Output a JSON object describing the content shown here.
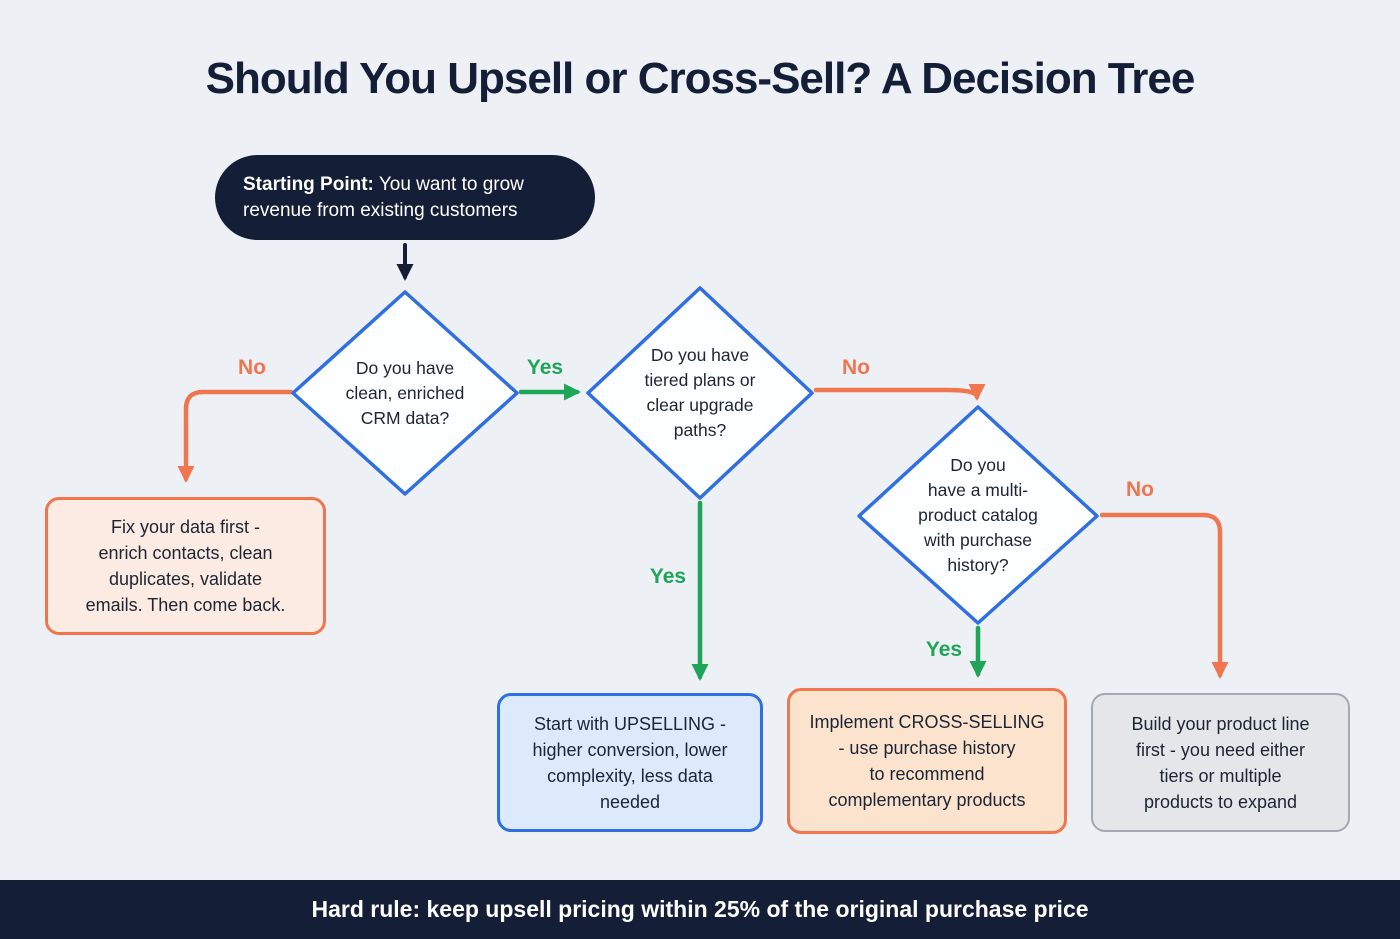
{
  "title": "Should You Upsell or Cross-Sell? A Decision Tree",
  "start_node": {
    "bold": "Starting Point:",
    "text": " You want to grow\nrevenue from existing customers"
  },
  "decisions": {
    "crm": "Do you have\nclean, enriched\nCRM data?",
    "tiers": "Do you have\ntiered plans or\nclear upgrade\npaths?",
    "catalog": "Do you\nhave a multi-\nproduct catalog\nwith purchase\nhistory?"
  },
  "edge_labels": {
    "crm_no": "No",
    "crm_yes": "Yes",
    "tiers_no": "No",
    "tiers_yes": "Yes",
    "catalog_no": "No",
    "catalog_yes": "Yes"
  },
  "outcomes": {
    "fix_data": "Fix your data first -\nenrich contacts, clean\nduplicates, validate\nemails. Then come back.",
    "upsell": "Start with UPSELLING -\nhigher conversion, lower\ncomplexity, less data\nneeded",
    "cross_sell": "Implement CROSS-SELLING\n- use purchase history\nto recommend\ncomplementary products",
    "build_products": "Build your product line\nfirst - you need either\ntiers or multiple\nproducts to expand"
  },
  "footer": "Hard rule: keep upsell pricing within 25% of the original purchase price",
  "colors": {
    "navy": "#141e36",
    "blue": "#2f6fe2",
    "green": "#1ea558",
    "orange": "#f0764f",
    "bg": "#edf0f5",
    "text": "#1c2534",
    "blue_fill": "#dceafc",
    "peach_fill": "#fcebe2",
    "orange_fill": "#fbe3cd",
    "gray_fill": "#e4e6e9",
    "gray_border": "#a3a9b2"
  }
}
